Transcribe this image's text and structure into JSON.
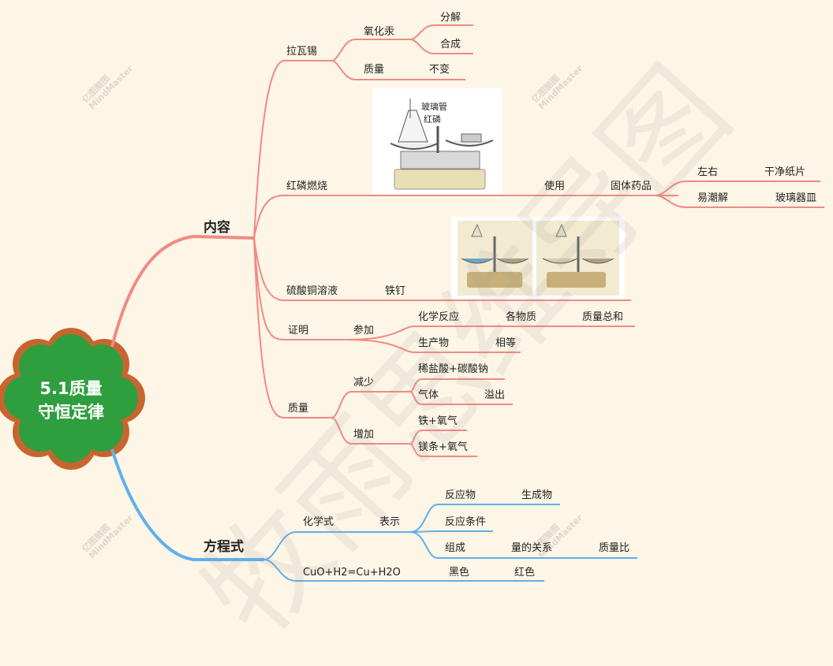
{
  "root": {
    "line1": "5.1质量",
    "line2": "守恒定律"
  },
  "branch1": {
    "label": "内容",
    "lavoisier": {
      "label": "拉瓦锡",
      "hgo": "氧化汞",
      "hgo_children": [
        "分解",
        "合成"
      ],
      "mass": "质量",
      "mass_child": "不变"
    },
    "phosphorus": {
      "label": "红磷燃烧",
      "use": "使用",
      "solid": "固体药品",
      "rows": [
        {
          "a": "左右",
          "b": "干净纸片"
        },
        {
          "a": "易潮解",
          "b": "玻璃器皿"
        }
      ],
      "photo_text": [
        "玻璃管",
        "红磷"
      ]
    },
    "copper": {
      "label": "硫酸铜溶液",
      "child": "铁钉"
    },
    "proof": {
      "label": "证明",
      "join": "参加",
      "r1": [
        "化学反应",
        "各物质",
        "质量总和"
      ],
      "r2": [
        "生产物",
        "相等"
      ]
    },
    "mass": {
      "label": "质量",
      "dec": "减少",
      "dec_items": [
        "稀盐酸+碳酸钠",
        "气体"
      ],
      "dec_extra": "溢出",
      "inc": "增加",
      "inc_items": [
        "铁+氧气",
        "镁条+氧气"
      ]
    }
  },
  "branch2": {
    "label": "方程式",
    "formula": {
      "label": "化学式",
      "express": "表示",
      "r1": [
        "反应物",
        "生成物"
      ],
      "r2": "反应条件",
      "r3": [
        "组成",
        "量的关系",
        "质量比"
      ]
    },
    "eq": {
      "label": "CuO+H2=Cu+H2O",
      "c1": "黑色",
      "c2": "红色"
    }
  },
  "watermark": {
    "text": "牧雨思维导图",
    "logo1": "亿图脑图",
    "logo2": "MindMaster"
  },
  "colors": {
    "background": "#fdf5e6",
    "red_branch": "#f08a84",
    "blue_branch": "#5fb0ea",
    "root_fill": "#2f9e3f",
    "root_ring": "#c8652f"
  }
}
